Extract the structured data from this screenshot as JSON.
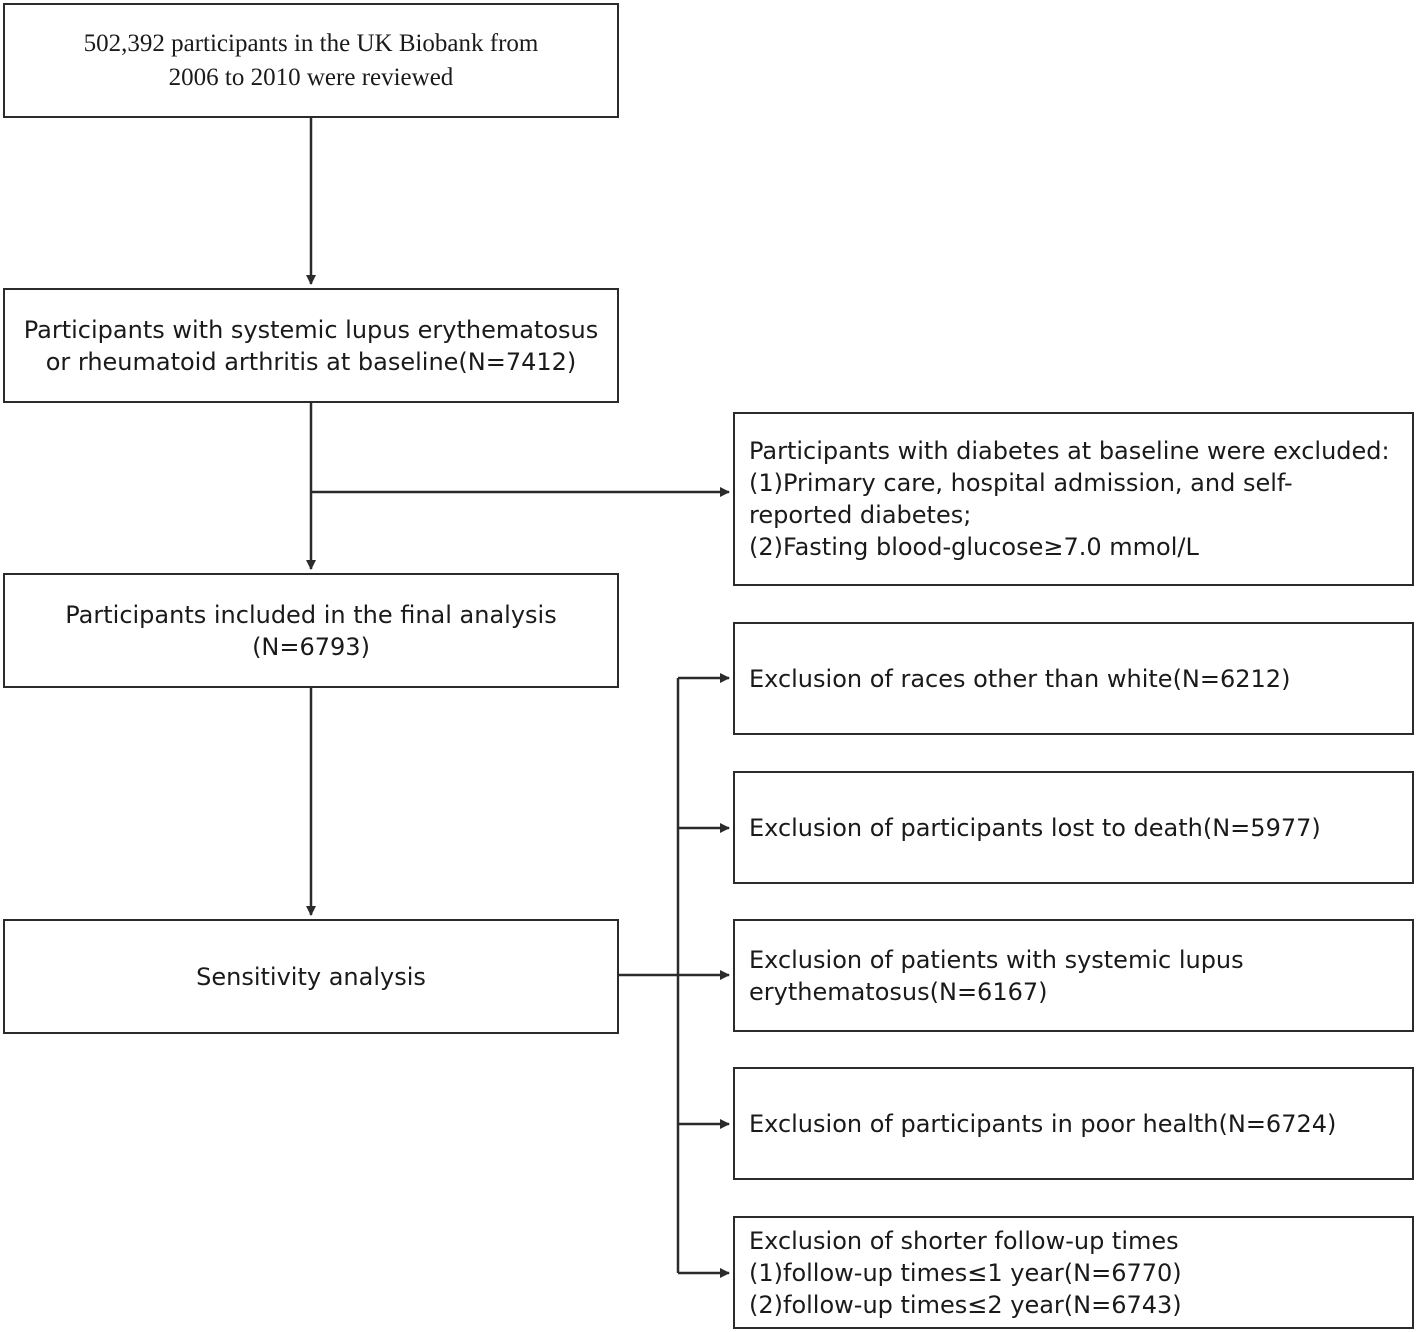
{
  "nodes": {
    "reviewed": {
      "lines": [
        "502,392 participants in the UK Biobank from",
        "2006 to 2010 were reviewed"
      ]
    },
    "baseline": {
      "lines": [
        "Participants with systemic lupus erythematosus",
        "or rheumatoid arthritis at baseline(N=7412)"
      ]
    },
    "excluded_diabetes": {
      "lines": [
        "Participants with diabetes at baseline were excluded:",
        "(1)Primary care, hospital admission, and self-",
        "reported diabetes;",
        "(2)Fasting blood-glucose≥7.0 mmol/L"
      ]
    },
    "final": {
      "lines": [
        "Participants included in the final analysis",
        "(N=6793)"
      ]
    },
    "sensitivity": {
      "lines": [
        "Sensitivity analysis"
      ]
    },
    "sens_1": {
      "lines": [
        "Exclusion of races other than white(N=6212)"
      ]
    },
    "sens_2": {
      "lines": [
        "Exclusion of participants lost to death(N=5977)"
      ]
    },
    "sens_3": {
      "lines": [
        "Exclusion of patients with systemic lupus",
        "erythematosus(N=6167)"
      ]
    },
    "sens_4": {
      "lines": [
        "Exclusion of participants in poor health(N=6724)"
      ]
    },
    "sens_5": {
      "lines": [
        "Exclusion of shorter follow-up times",
        "(1)follow-up times≤1 year(N=6770)",
        "(2)follow-up times≤2 year(N=6743)"
      ]
    }
  }
}
